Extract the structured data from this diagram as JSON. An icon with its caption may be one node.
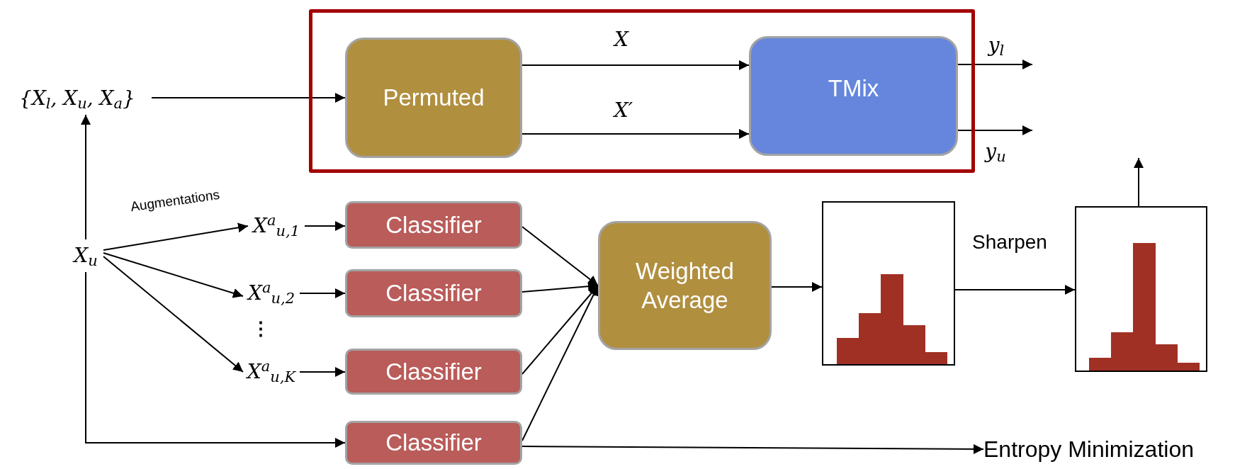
{
  "diagram": {
    "nodes": [
      {
        "text": [
          "{X$_{l}$, X$_{u}$, X$_{a}$}"
        ]
      },
      {
        "text": [],
        "shape": "box"
      },
      {
        "text": [
          "Permuted"
        ],
        "in": 1
      },
      {
        "text": [
          "TMix"
        ],
        "in": 1
      },
      {
        "text": [
          "X$_{u}$"
        ]
      },
      {
        "text": [
          "X$^{a}$$_{u,1}$"
        ]
      },
      {
        "text": [
          "X$^{a}$$_{u,2}$"
        ]
      },
      {
        "text": [
          "X$^{a}$$_{u,K}$"
        ]
      },
      {
        "text": [
          "Classifier"
        ]
      },
      {
        "text": [
          "Classifier"
        ]
      },
      {
        "text": [
          "Classifier"
        ]
      },
      {
        "text": [
          "Classifier"
        ]
      },
      {
        "text": [
          "Weighted Average"
        ]
      },
      {
        "text": [],
        "shape": "picture"
      },
      {
        "text": [],
        "shape": "picture"
      },
      {
        "text": [
          "Entropy Minimization"
        ]
      }
    ],
    "edges": [
      {
        "from": 0,
        "to": 2,
        "arrow": "to"
      },
      {
        "from": 2,
        "to": 3,
        "arrow": "to",
        "label": "X"
      },
      {
        "from": 2,
        "to": 3,
        "arrow": "to",
        "label": "X′"
      },
      {
        "from": 3,
        "to": null,
        "arrow": "to",
        "label": "y$_{l}$"
      },
      {
        "from": 3,
        "to": null,
        "arrow": "to",
        "label": "y$_{u}$"
      },
      {
        "from": 4,
        "to": 0,
        "arrow": "to"
      },
      {
        "from": 4,
        "to": 5,
        "arrow": "to",
        "label": "Augmentations"
      },
      {
        "from": 4,
        "to": 6,
        "arrow": "to"
      },
      {
        "from": 4,
        "to": 7,
        "arrow": "to"
      },
      {
        "from": 5,
        "to": 8,
        "arrow": "to"
      },
      {
        "from": 6,
        "to": 9,
        "arrow": "to"
      },
      {
        "from": 7,
        "to": 10,
        "arrow": "to"
      },
      {
        "from": 4,
        "to": 11,
        "arrow": "to"
      },
      {
        "from": 8,
        "to": 12,
        "arrow": "to"
      },
      {
        "from": 9,
        "to": 12,
        "arrow": "to"
      },
      {
        "from": 10,
        "to": 12,
        "arrow": "to"
      },
      {
        "from": 11,
        "to": 12,
        "arrow": "to"
      },
      {
        "from": 12,
        "to": 13,
        "arrow": "to"
      },
      {
        "from": 13,
        "to": 14,
        "arrow": "to",
        "label": "Sharpen"
      },
      {
        "from": 14,
        "to": null,
        "arrow": "to"
      },
      {
        "from": 11,
        "to": 15,
        "arrow": "to"
      }
    ],
    "labels": [
      "⋮"
    ]
  }
}
